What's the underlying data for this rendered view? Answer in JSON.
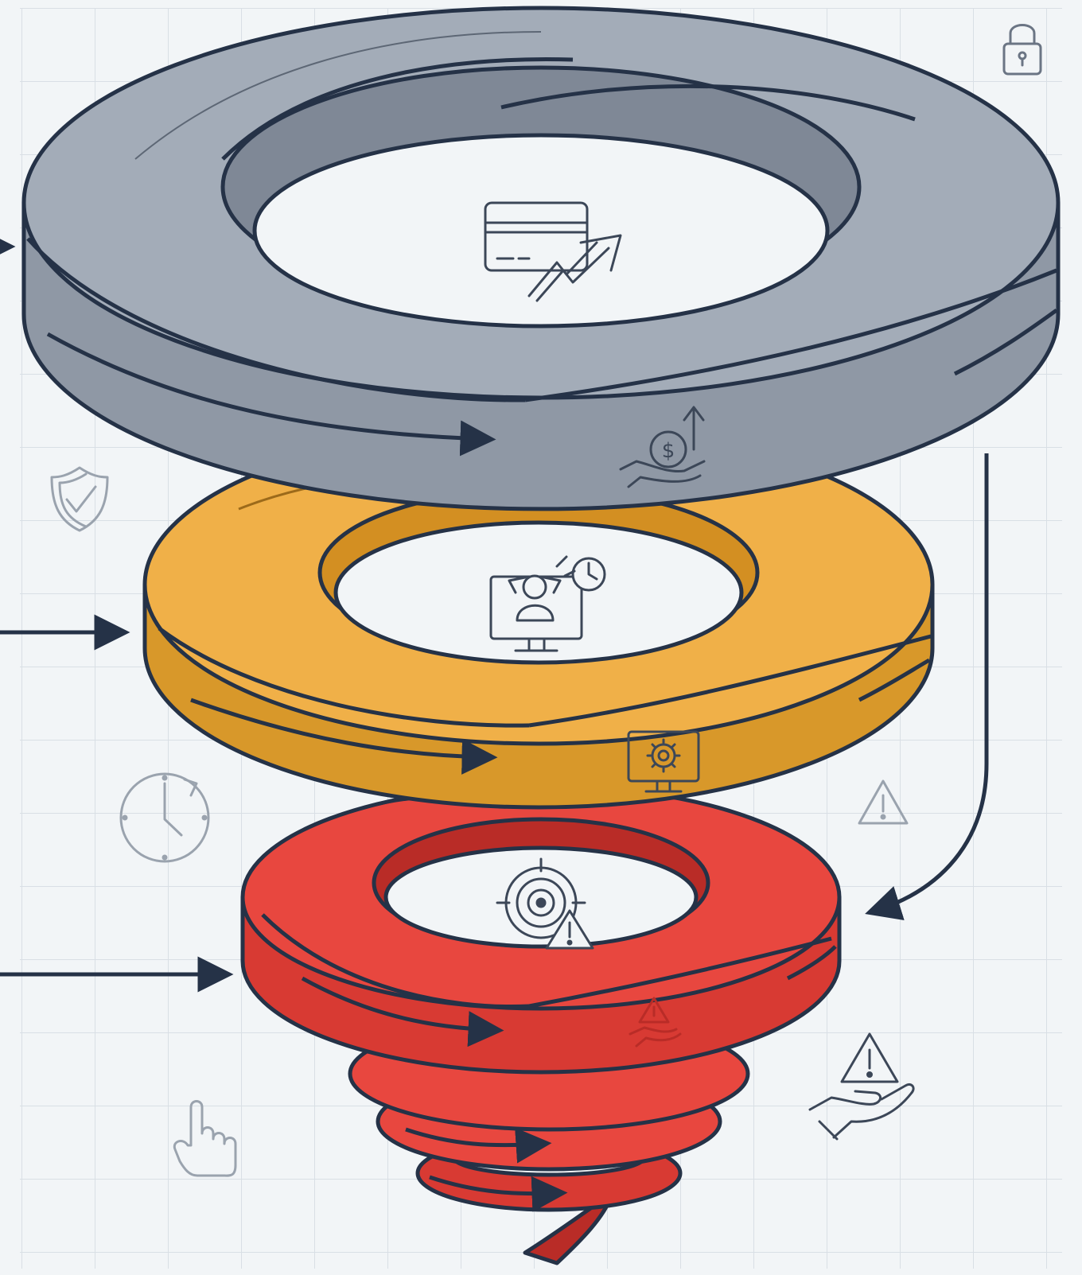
{
  "diagram": {
    "type": "spiral-funnel",
    "tiers": [
      {
        "id": "top",
        "color": "#a3acb8",
        "color_dark": "#7f8896",
        "center_icon": "credit-card-growth-icon",
        "side_icon": "hand-dollar-up-icon"
      },
      {
        "id": "middle",
        "color": "#f0b048",
        "color_dark": "#d38f22",
        "center_icon": "stressed-user-monitor-clock-icon",
        "side_icon": "monitor-gear-icon"
      },
      {
        "id": "bottom",
        "color": "#e8473f",
        "color_dark": "#b92c27",
        "center_icon": "target-warning-icon",
        "side_icon": "hand-warning-icon"
      }
    ],
    "decorations": [
      "lock-icon",
      "shield-check-icon",
      "clock-refresh-icon",
      "warning-triangle-icon",
      "pointer-hand-icon",
      "hand-warning-large-icon"
    ]
  },
  "colors": {
    "background": "#f2f5f7",
    "grid": "#d9dfe5",
    "outline": "#253247",
    "icon_stroke": "#3c4758",
    "icon_light": "#9aa3ae"
  }
}
